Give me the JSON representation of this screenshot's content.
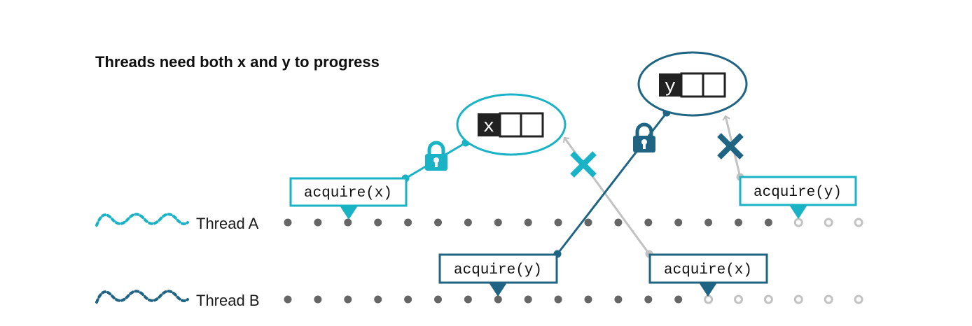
{
  "title": "Threads need both x and y to progress",
  "colors": {
    "thread_a": "#1ab3c6",
    "thread_b": "#1f6583",
    "dot": "#666666",
    "faded": "#c2c2c2",
    "text": "#111111"
  },
  "threads": [
    {
      "label": "Thread A",
      "total_steps": 20,
      "completed_steps": 17
    },
    {
      "label": "Thread B",
      "total_steps": 20,
      "completed_steps": 14
    }
  ],
  "resources": [
    {
      "label": "x",
      "held_by": "Thread A"
    },
    {
      "label": "y",
      "held_by": "Thread B"
    }
  ],
  "calls": {
    "a_acquire_x": "acquire(x)",
    "a_acquire_y": "acquire(y)",
    "b_acquire_y": "acquire(y)",
    "b_acquire_x": "acquire(x)"
  },
  "icons": {
    "lock": "lock-icon",
    "blocked": "x-mark-icon",
    "thread": "wavy-thread-icon"
  }
}
